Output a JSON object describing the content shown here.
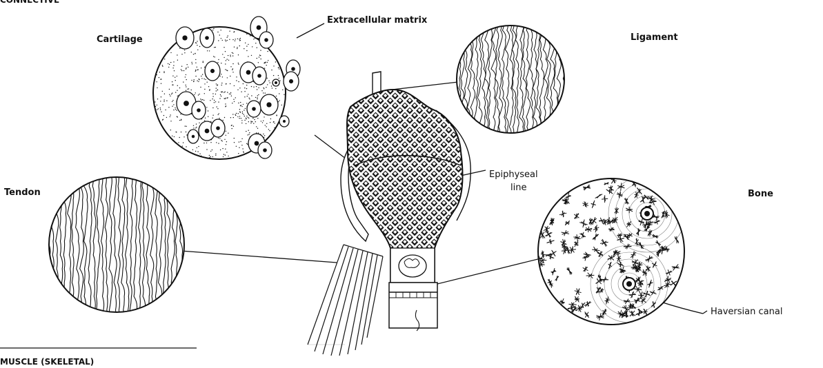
{
  "header": {
    "top_cut_text": "CONNECTIVE",
    "bottom_cut_text": "MUSCLE (SKELETAL)"
  },
  "labels": {
    "cartilage": "Cartilage",
    "extracellular_matrix": "Extracellular matrix",
    "ligament": "Ligament",
    "tendon": "Tendon",
    "epiphyseal_line_1": "Epiphyseal",
    "epiphyseal_line_2": "line",
    "bone": "Bone",
    "haversian_canal": "Haversian canal"
  },
  "colors": {
    "ink": "#111111",
    "paper": "#ffffff"
  }
}
